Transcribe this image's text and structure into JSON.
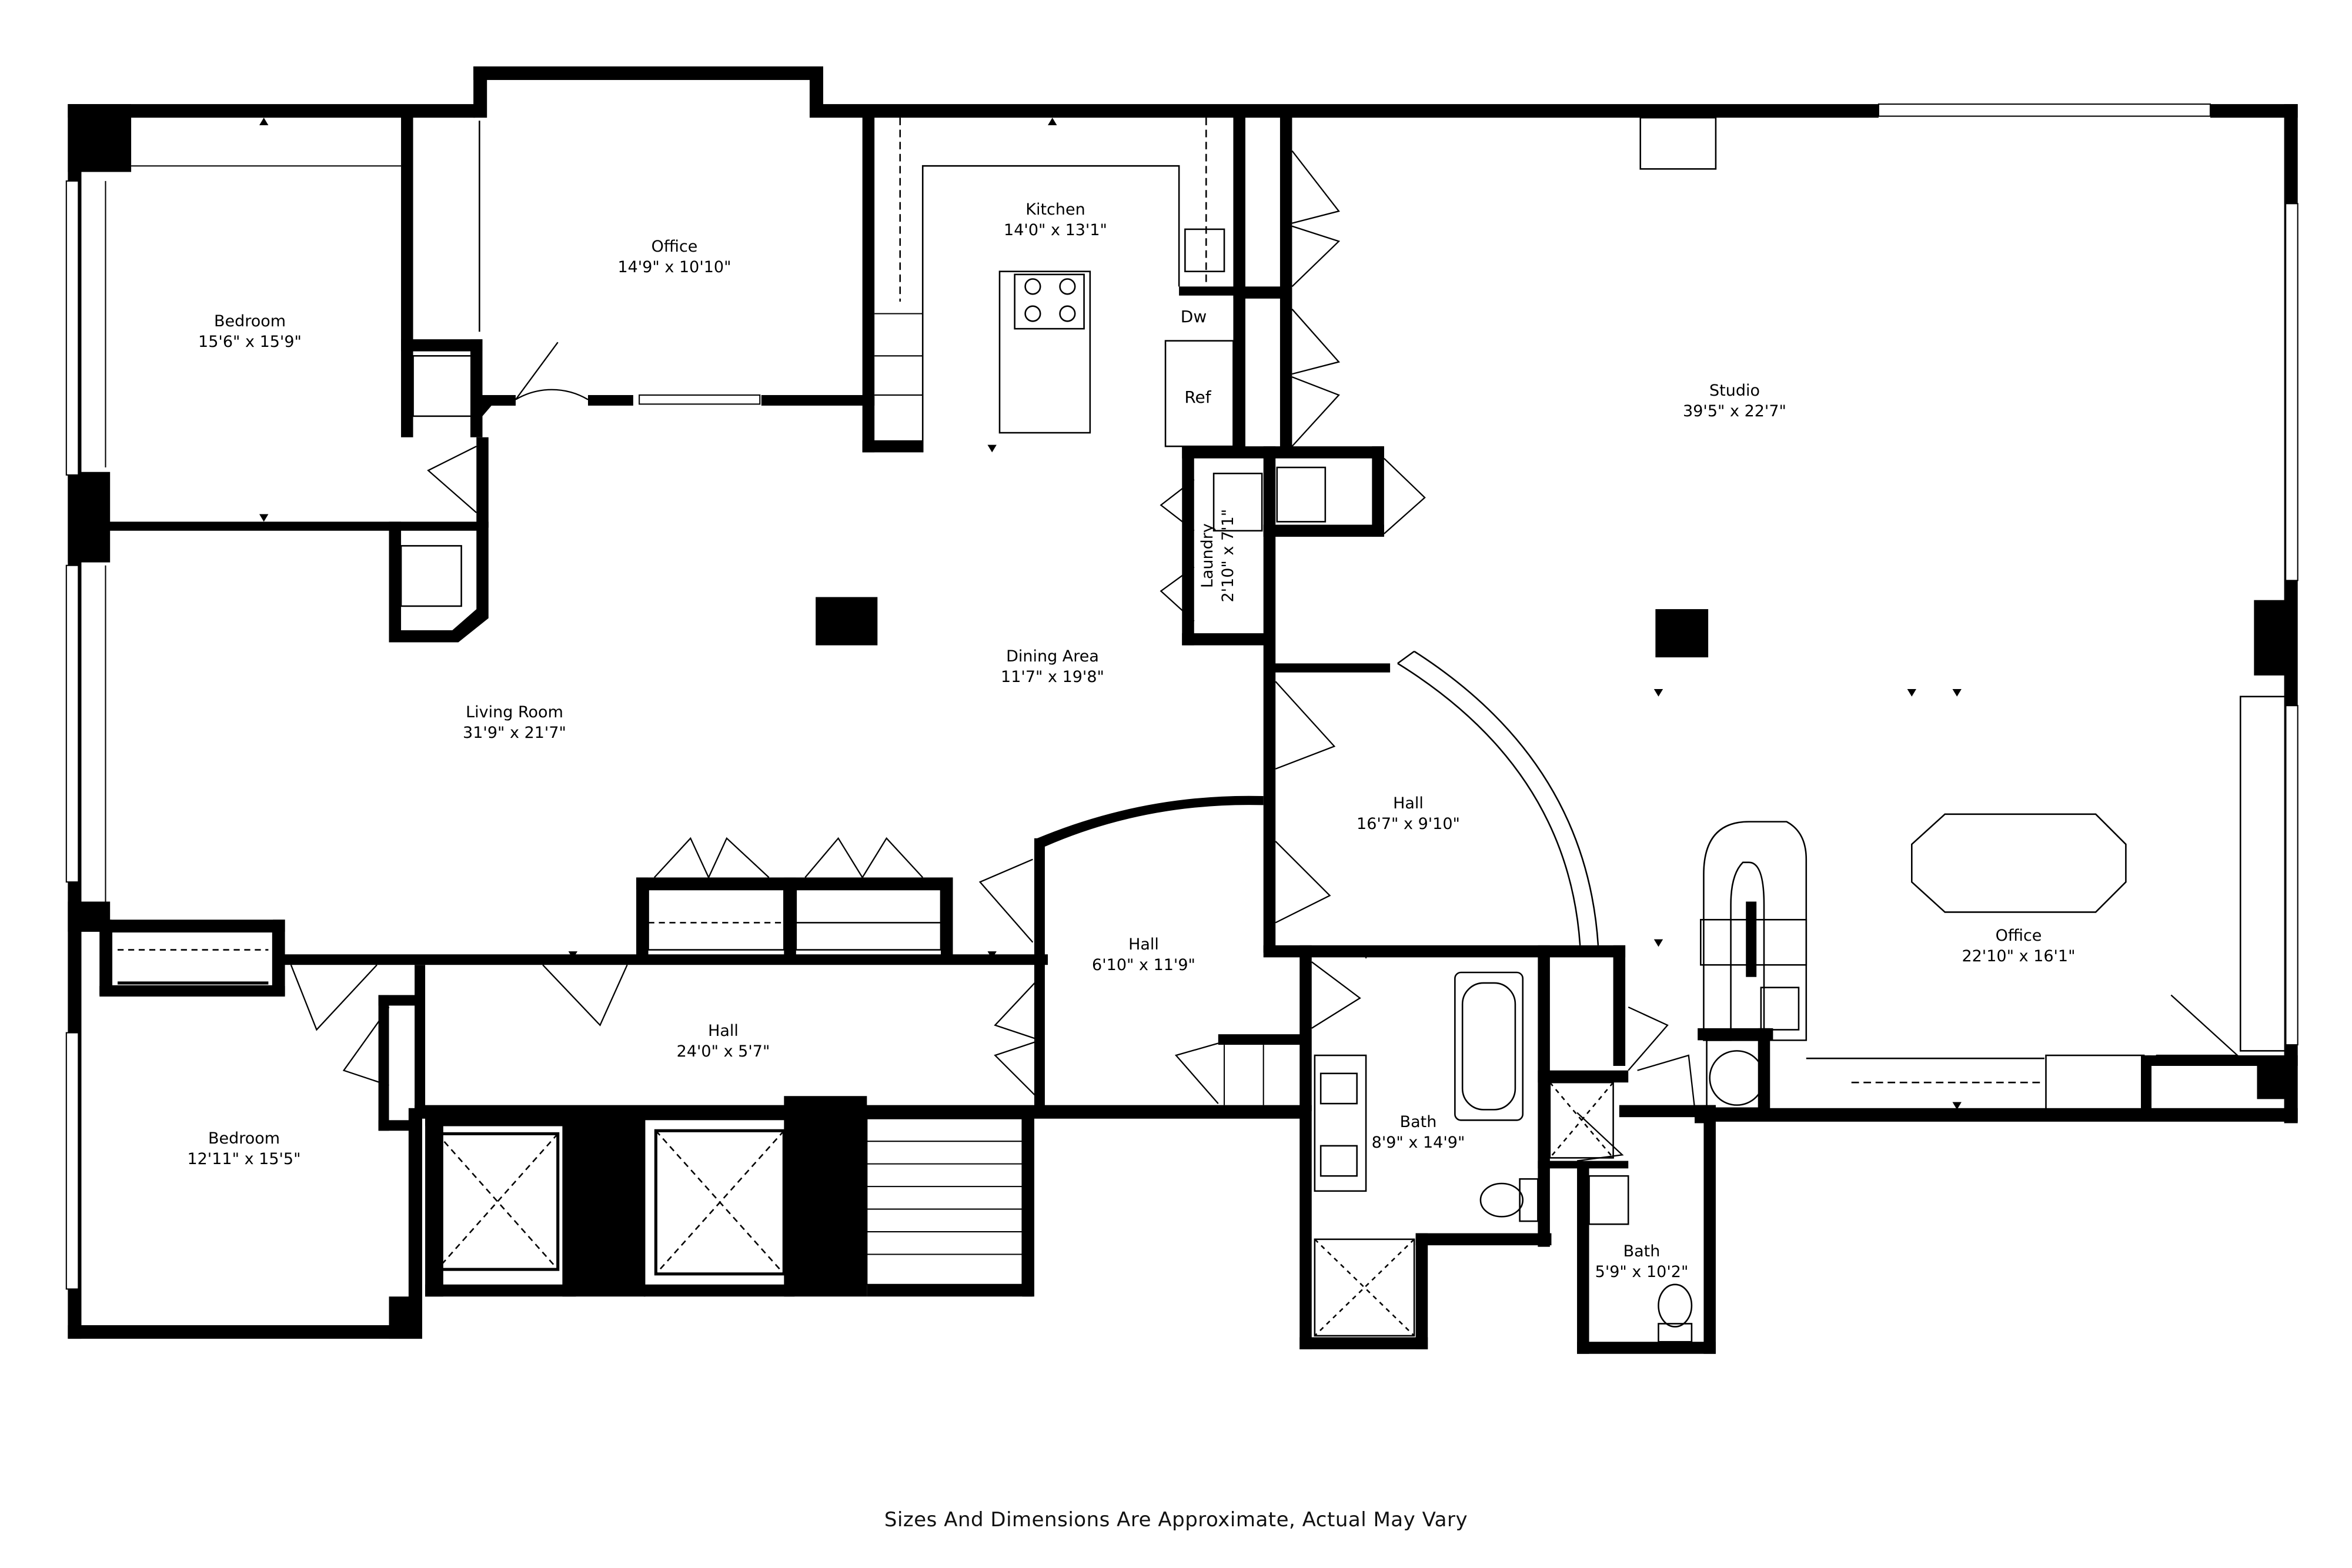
{
  "rooms": {
    "bedroom_1": {
      "name": "Bedroom",
      "dims": "15'6\" x 15'9\""
    },
    "office_1": {
      "name": "Office",
      "dims": "14'9\" x 10'10\""
    },
    "kitchen": {
      "name": "Kitchen",
      "dims": "14'0\" x 13'1\""
    },
    "studio": {
      "name": "Studio",
      "dims": "39'5\" x 22'7\""
    },
    "laundry": {
      "name": "Laundry",
      "dims": "2'10\" x 7'1\""
    },
    "dining": {
      "name": "Dining Area",
      "dims": "11'7\" x 19'8\""
    },
    "living": {
      "name": "Living Room",
      "dims": "31'9\" x 21'7\""
    },
    "hall_1": {
      "name": "Hall",
      "dims": "16'7\" x 9'10\""
    },
    "hall_2": {
      "name": "Hall",
      "dims": "6'10\" x 11'9\""
    },
    "hall_3": {
      "name": "Hall",
      "dims": "24'0\" x 5'7\""
    },
    "office_2": {
      "name": "Office",
      "dims": "22'10\" x 16'1\""
    },
    "bedroom_2": {
      "name": "Bedroom",
      "dims": "12'11\" x 15'5\""
    },
    "bath_1": {
      "name": "Bath",
      "dims": "8'9\" x 14'9\""
    },
    "bath_2": {
      "name": "Bath",
      "dims": "5'9\" x 10'2\""
    }
  },
  "fixtures": {
    "dishwasher": "Dw",
    "refrigerator": "Ref"
  },
  "footer": {
    "disclaimer": "Sizes And Dimensions Are Approximate, Actual May Vary"
  }
}
